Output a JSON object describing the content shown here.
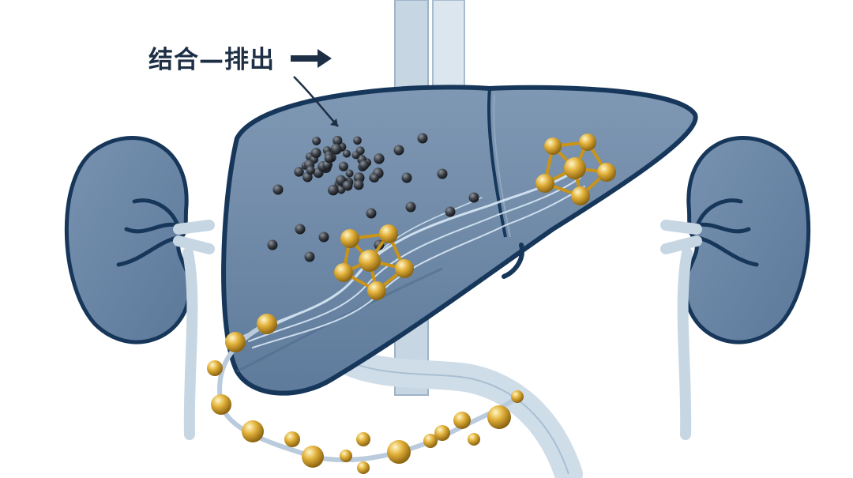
{
  "annotation": {
    "text": "结合—排出",
    "direction_arrow": "right-arrow-icon"
  },
  "colors": {
    "organ_fill": "#6b86a5",
    "organ_outline": "#16365a",
    "vessel": "#c7d6e3",
    "gold": "#e2b13a",
    "toxin": "#3a3f47",
    "flow": "#dfeefa"
  },
  "particles": {
    "toxin_count": 60,
    "gold_cluster_count": 2
  }
}
